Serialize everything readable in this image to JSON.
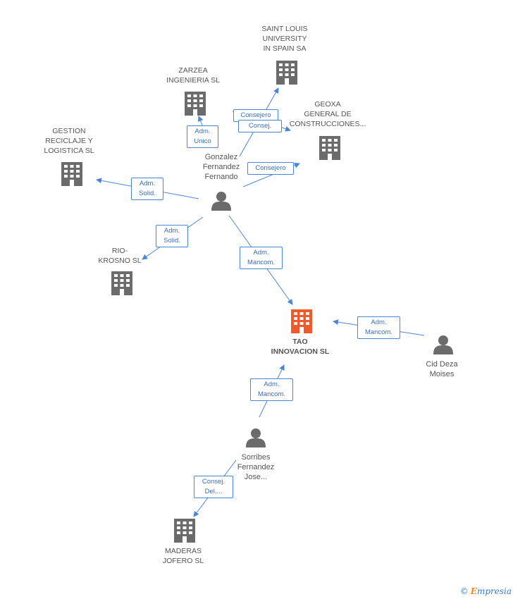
{
  "colors": {
    "edge": "#4a86d6",
    "building": "#6b6b6b",
    "focus_building": "#ee5a2c",
    "person": "#6b6b6b"
  },
  "nodes": {
    "saint_louis": {
      "label": "SAINT LOUIS\nUNIVERSITY\nIN SPAIN SA",
      "icon": "building-icon"
    },
    "zarzea": {
      "label": "ZARZEA\nINGENIERIA SL",
      "icon": "building-icon"
    },
    "geoxa": {
      "label": "GEOXA\nGENERAL DE\nCONSTRUCCIONES...",
      "icon": "building-icon"
    },
    "gestion": {
      "label": "GESTION\nRECICLAJE Y\nLOGISTICA SL",
      "icon": "building-icon"
    },
    "gonzalez": {
      "label": "Gonzalez\nFernandez\nFernando",
      "icon": "person-icon"
    },
    "rio_krosno": {
      "label": "RIO-\nKROSNO SL",
      "icon": "building-icon"
    },
    "tao": {
      "label": "TAO\nINNOVACION SL",
      "icon": "building-icon"
    },
    "cid_deza": {
      "label": "Cid Deza\nMoises",
      "icon": "person-icon"
    },
    "sorribes": {
      "label": "Sorribes\nFernandez\nJose...",
      "icon": "person-icon"
    },
    "maderas": {
      "label": "MADERAS\nJOFERO SL",
      "icon": "building-icon"
    }
  },
  "edges": {
    "e1": "Consejero",
    "e2": "Consej.",
    "e3": "Adm.\nUnico",
    "e4": "Consejero",
    "e5": "Adm.\nSolid.",
    "e6": "Adm.\nSolid.",
    "e7": "Adm.\nMancom.",
    "e8": "Adm.\nMancom.",
    "e9": "Adm.\nMancom.",
    "e10": "Consej.\nDel...."
  },
  "footer": {
    "copyright_symbol": "©",
    "brand_initial": "E",
    "brand_rest": "mpresia"
  }
}
